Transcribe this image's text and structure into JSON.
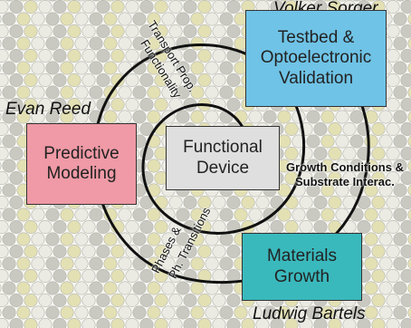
{
  "boxes": {
    "testbed": {
      "lines": [
        "Testbed &",
        "Optoelectronic",
        "Validation"
      ]
    },
    "predictive": {
      "lines": [
        "Predictive",
        "Modeling"
      ]
    },
    "functional": {
      "lines": [
        "Functional",
        "Device"
      ]
    },
    "materials": {
      "lines": [
        "Materials",
        "Growth"
      ]
    }
  },
  "people": {
    "volker": "Volker Sorger",
    "evan": "Evan Reed",
    "ludwig": "Ludwig Bartels"
  },
  "curve_labels": {
    "transport": "Transport Prop.",
    "functionality": "Functionality",
    "growth": "Growth Conditions &",
    "substrate": "Substrate Interac.",
    "phases": "Phases &",
    "transitions": "Ph. Transitions"
  },
  "colors": {
    "testbed": "#6fc3e6",
    "predictive": "#ef9aa6",
    "functional": "#dfdfdf",
    "materials": "#3ab9bd",
    "lattice_light": "#ebebe4",
    "lattice_dark": "#c9c9c2",
    "lattice_accent": "#e3e0b4"
  }
}
